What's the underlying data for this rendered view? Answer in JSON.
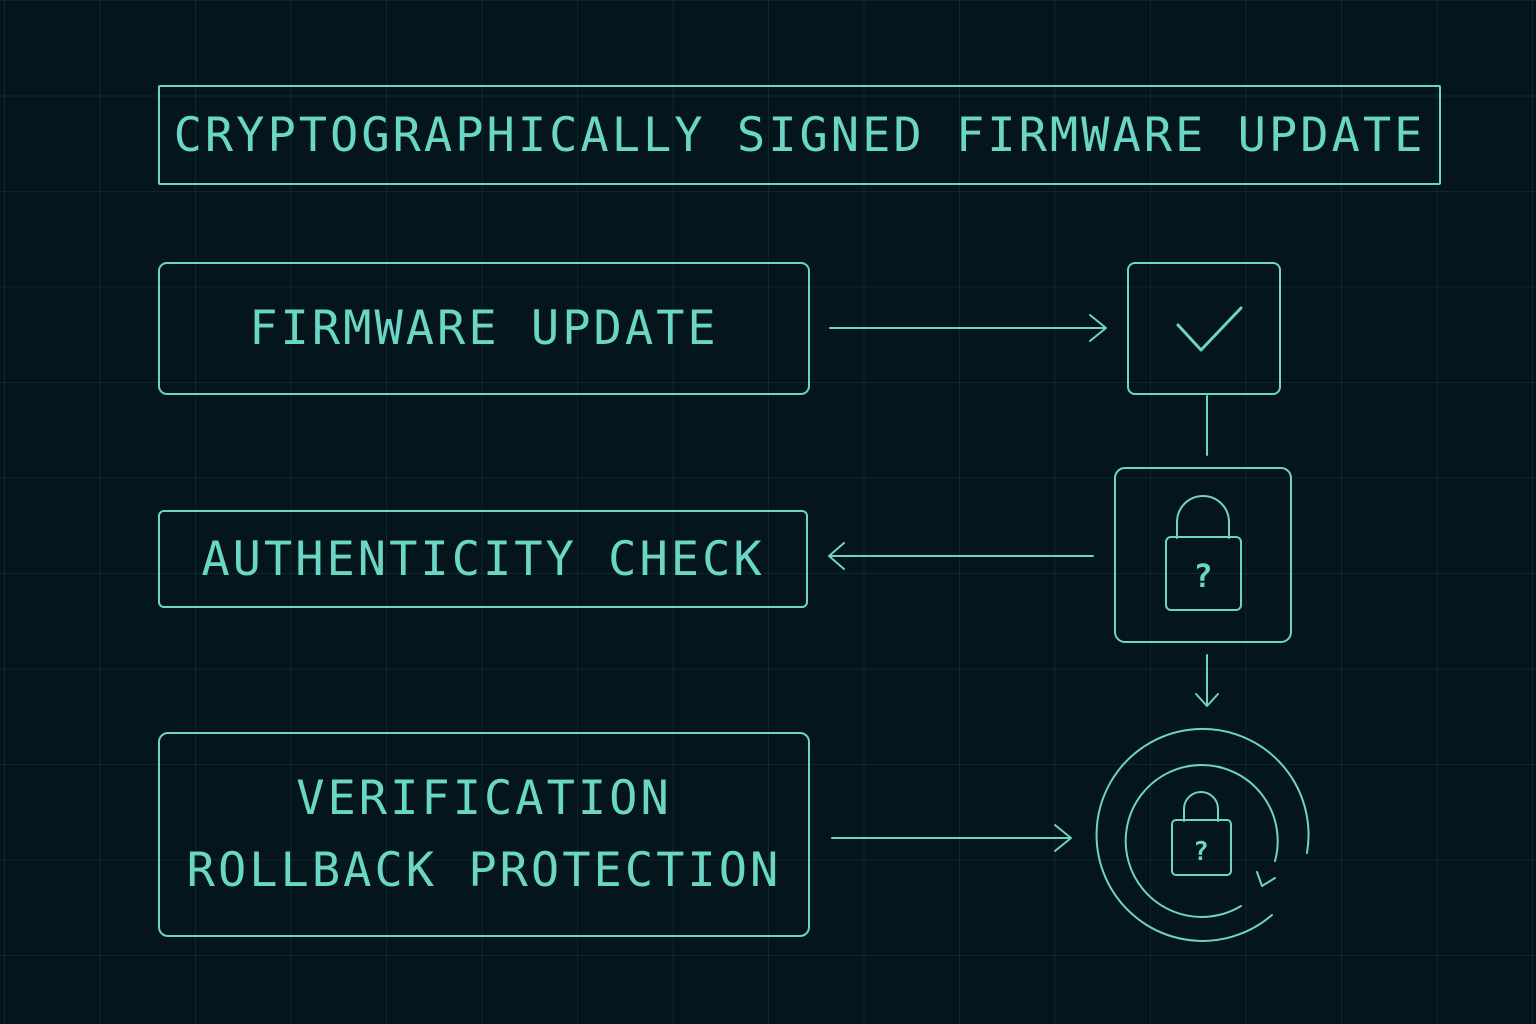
{
  "title": "CRYPTOGRAPHICALLY SIGNED FIRMWARE UPDATE",
  "steps": {
    "firmware_update": "FIRMWARE UPDATE",
    "authenticity_check": "AUTHENTICITY CHECK",
    "verification": "VERIFICATION",
    "rollback_protection": "ROLLBACK PROTECTION"
  },
  "icons": {
    "check": "checkmark-icon",
    "lock": "padlock-question-icon",
    "rollback": "circular-rollback-lock-icon",
    "lock_glyph": "?"
  },
  "colors": {
    "background": "#04151c",
    "accent": "#6ad6c6"
  }
}
